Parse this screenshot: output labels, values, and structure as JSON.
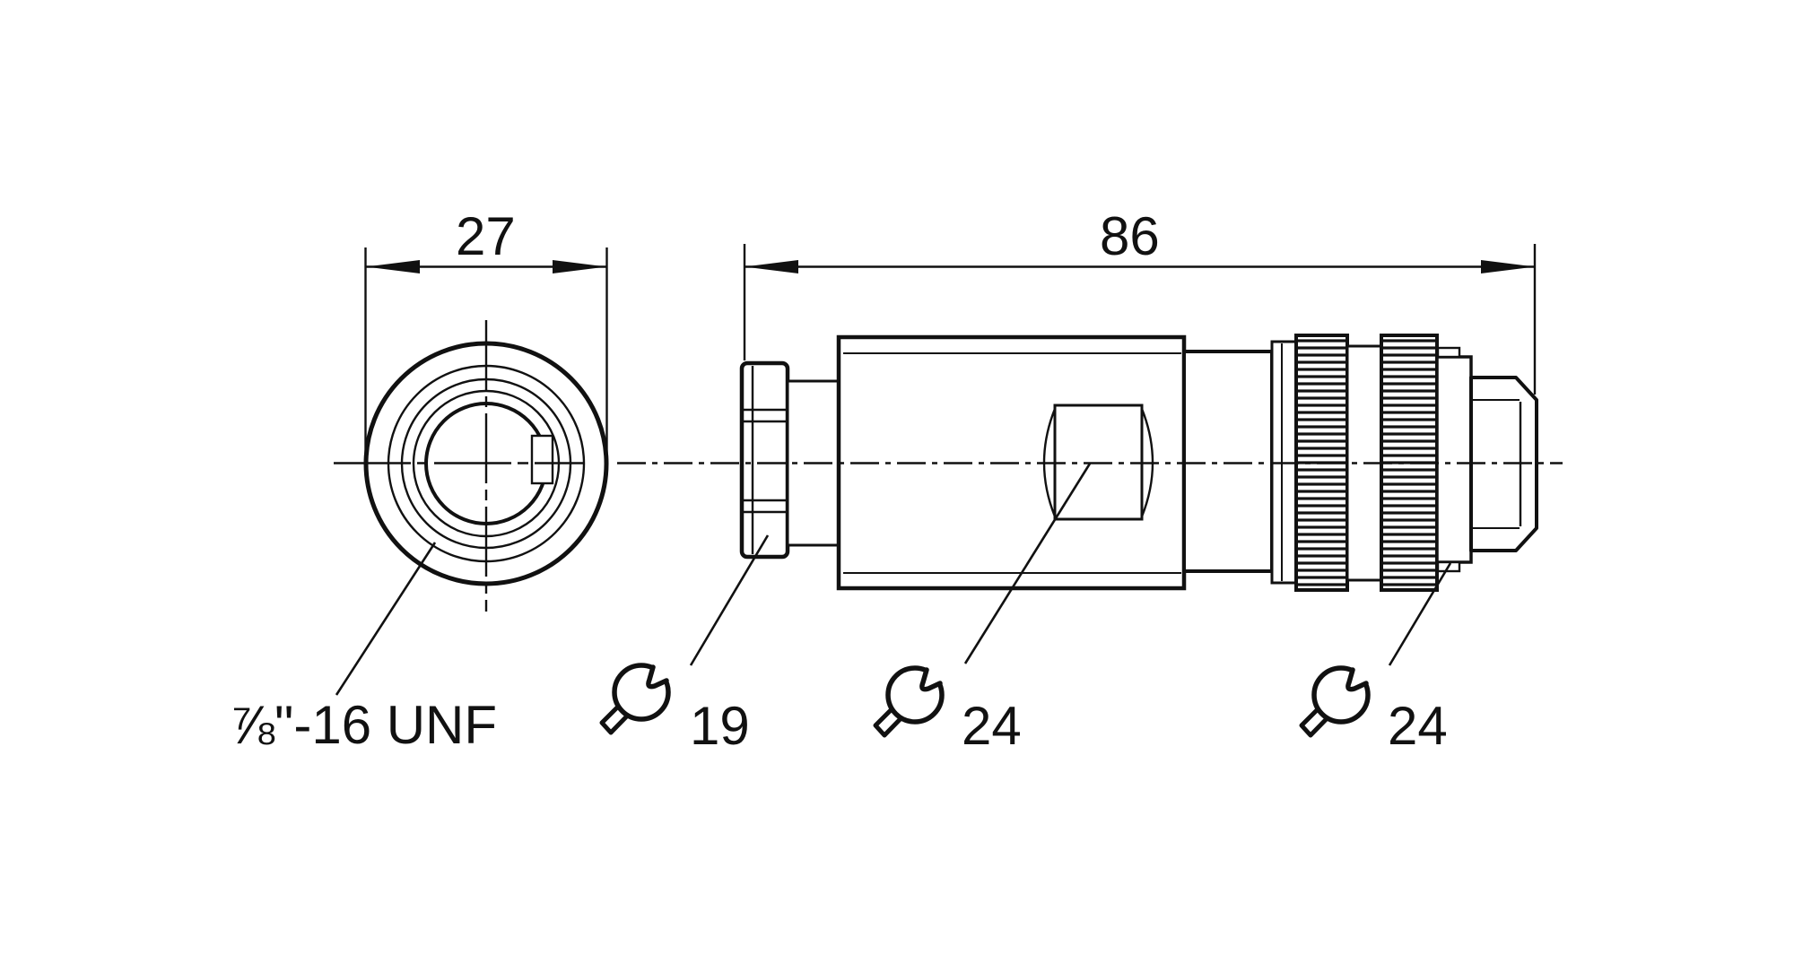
{
  "drawing": {
    "background_color": "#ffffff",
    "line_color": "#111111",
    "front_view": {
      "diameter_dimension": "27",
      "thread_label": "⅞\"-16 UNF"
    },
    "side_view": {
      "length_dimension": "86",
      "wrench_sizes": [
        "19",
        "24",
        "24"
      ]
    },
    "icons": {
      "wrench_icon": "open-end-wrench"
    }
  }
}
